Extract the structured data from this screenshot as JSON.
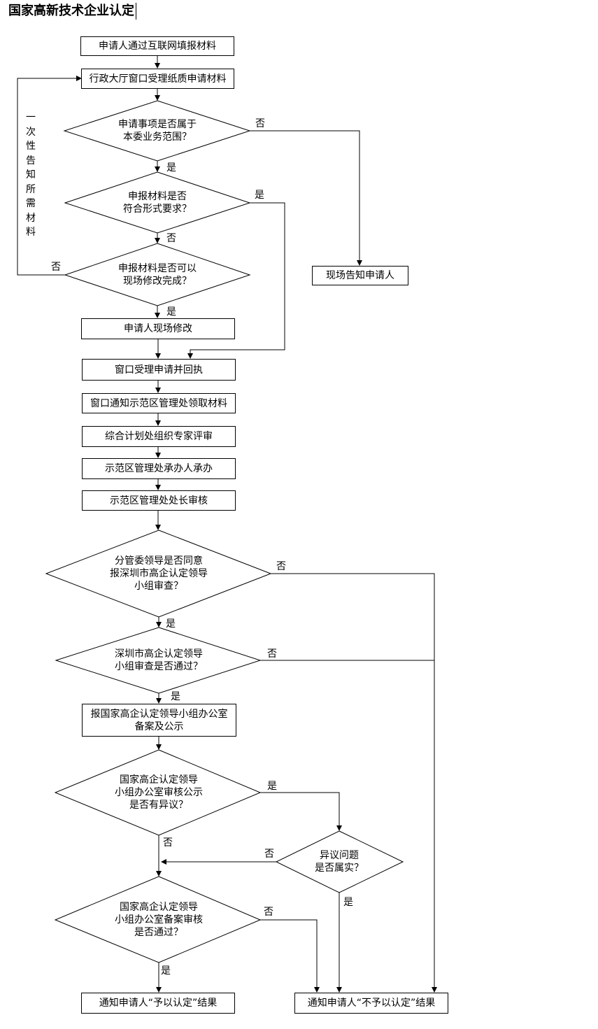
{
  "title": "国家高新技术企业认定",
  "side_note": "一次性告知所需材料",
  "nodes": {
    "online_apply": "申请人通过互联网填报材料",
    "window_accept_paper": "行政大厅窗口受理纸质申请材料",
    "q_scope": "申请事项是否属于\n本委业务范围？",
    "q_format": "申报材料是否\n符合形式要求？",
    "q_fix_onsite": "申报材料是否可以\n现场修改完成？",
    "notify_onsite": "现场告知申请人",
    "applicant_fix": "申请人现场修改",
    "window_receipt": "窗口受理申请并回执",
    "notify_zone_office": "窗口通知示范区管理处领取材料",
    "expert_review": "综合计划处组织专家评审",
    "handler": "示范区管理处承办人承办",
    "chief_review": "示范区管理处处长审核",
    "q_leader_agree": "分管委领导是否同意\n报深圳市高企认定领导\n小组审查？",
    "q_city_pass": "深圳市高企认定领导\n小组审查是否通过？",
    "report_national": "报国家高企认定领导小组办公室\n备案及公示",
    "q_objection": "国家高企认定领导\n小组办公室审核公示\n是否有异议？",
    "q_objection_true": "异议问题\n是否属实？",
    "q_record_pass": "国家高企认定领导\n小组办公室备案审核\n是否通过？",
    "result_yes": "通知申请人“予以认定”结果",
    "result_no": "通知申请人“不予以认定”结果"
  },
  "edge_labels": {
    "yes": "是",
    "no": "否"
  }
}
